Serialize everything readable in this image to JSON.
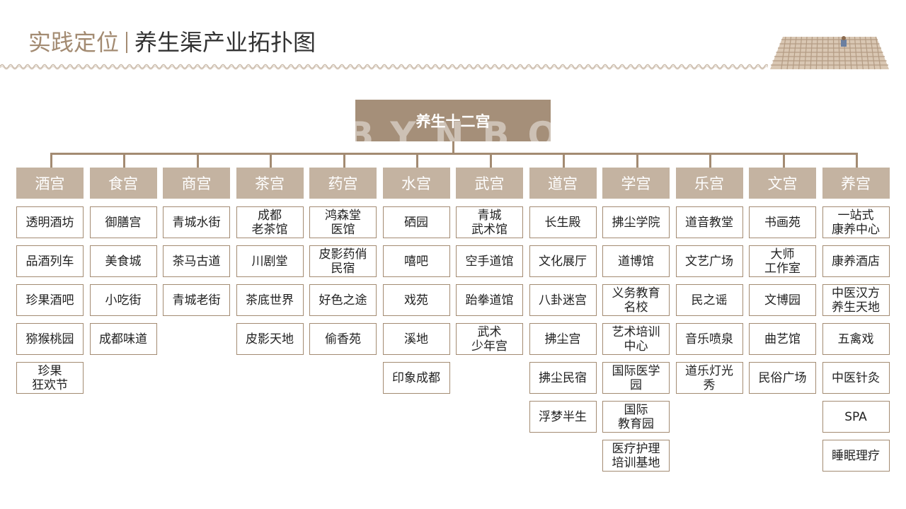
{
  "header": {
    "section": "实践定位",
    "title": "养生渠产业拓扑图"
  },
  "root": "养生十二宫",
  "colors": {
    "accent": "#a38b72",
    "root_fill": "#a58f79",
    "category_fill": "#c4b3a1",
    "item_border": "#a38b72"
  },
  "categories": [
    {
      "label": "酒宫",
      "items": [
        "透明酒坊",
        "品酒列车",
        "珍果酒吧",
        "猕猴桃园",
        "珍果\n狂欢节"
      ]
    },
    {
      "label": "食宫",
      "items": [
        "御膳宫",
        "美食城",
        "小吃街",
        "成都味道"
      ]
    },
    {
      "label": "商宫",
      "items": [
        "青城水街",
        "茶马古道",
        "青城老街"
      ]
    },
    {
      "label": "茶宫",
      "items": [
        "成都\n老茶馆",
        "川剧堂",
        "茶底世界",
        "皮影天地"
      ]
    },
    {
      "label": "药宫",
      "items": [
        "鸿森堂\n医馆",
        "皮影药俏\n民宿",
        "好色之途",
        "偷香苑"
      ]
    },
    {
      "label": "水宫",
      "items": [
        "硒园",
        "嘻吧",
        "戏苑",
        "溪地",
        "印象成都"
      ]
    },
    {
      "label": "武宫",
      "items": [
        "青城\n武术馆",
        "空手道馆",
        "跆拳道馆",
        "武术\n少年宫"
      ]
    },
    {
      "label": "道宫",
      "items": [
        "长生殿",
        "文化展厅",
        "八卦迷宫",
        "拂尘宫",
        "拂尘民宿",
        "浮梦半生"
      ]
    },
    {
      "label": "学宫",
      "items": [
        "拂尘学院",
        "道博馆",
        "义务教育\n名校",
        "艺术培训\n中心",
        "国际医学\n园",
        "国际\n教育园",
        "医疗护理\n培训基地"
      ]
    },
    {
      "label": "乐宫",
      "items": [
        "道音教堂",
        "文艺广场",
        "民之谣",
        "音乐喷泉",
        "道乐灯光\n秀"
      ]
    },
    {
      "label": "文宫",
      "items": [
        "书画苑",
        "大师\n工作室",
        "文博园",
        "曲艺馆",
        "民俗广场"
      ]
    },
    {
      "label": "养宫",
      "items": [
        "一站式\n康养中心",
        "康养酒店",
        "中医汉方\n养生天地",
        "五禽戏",
        "中医针灸",
        "SPA",
        "睡眠理疗"
      ]
    }
  ]
}
